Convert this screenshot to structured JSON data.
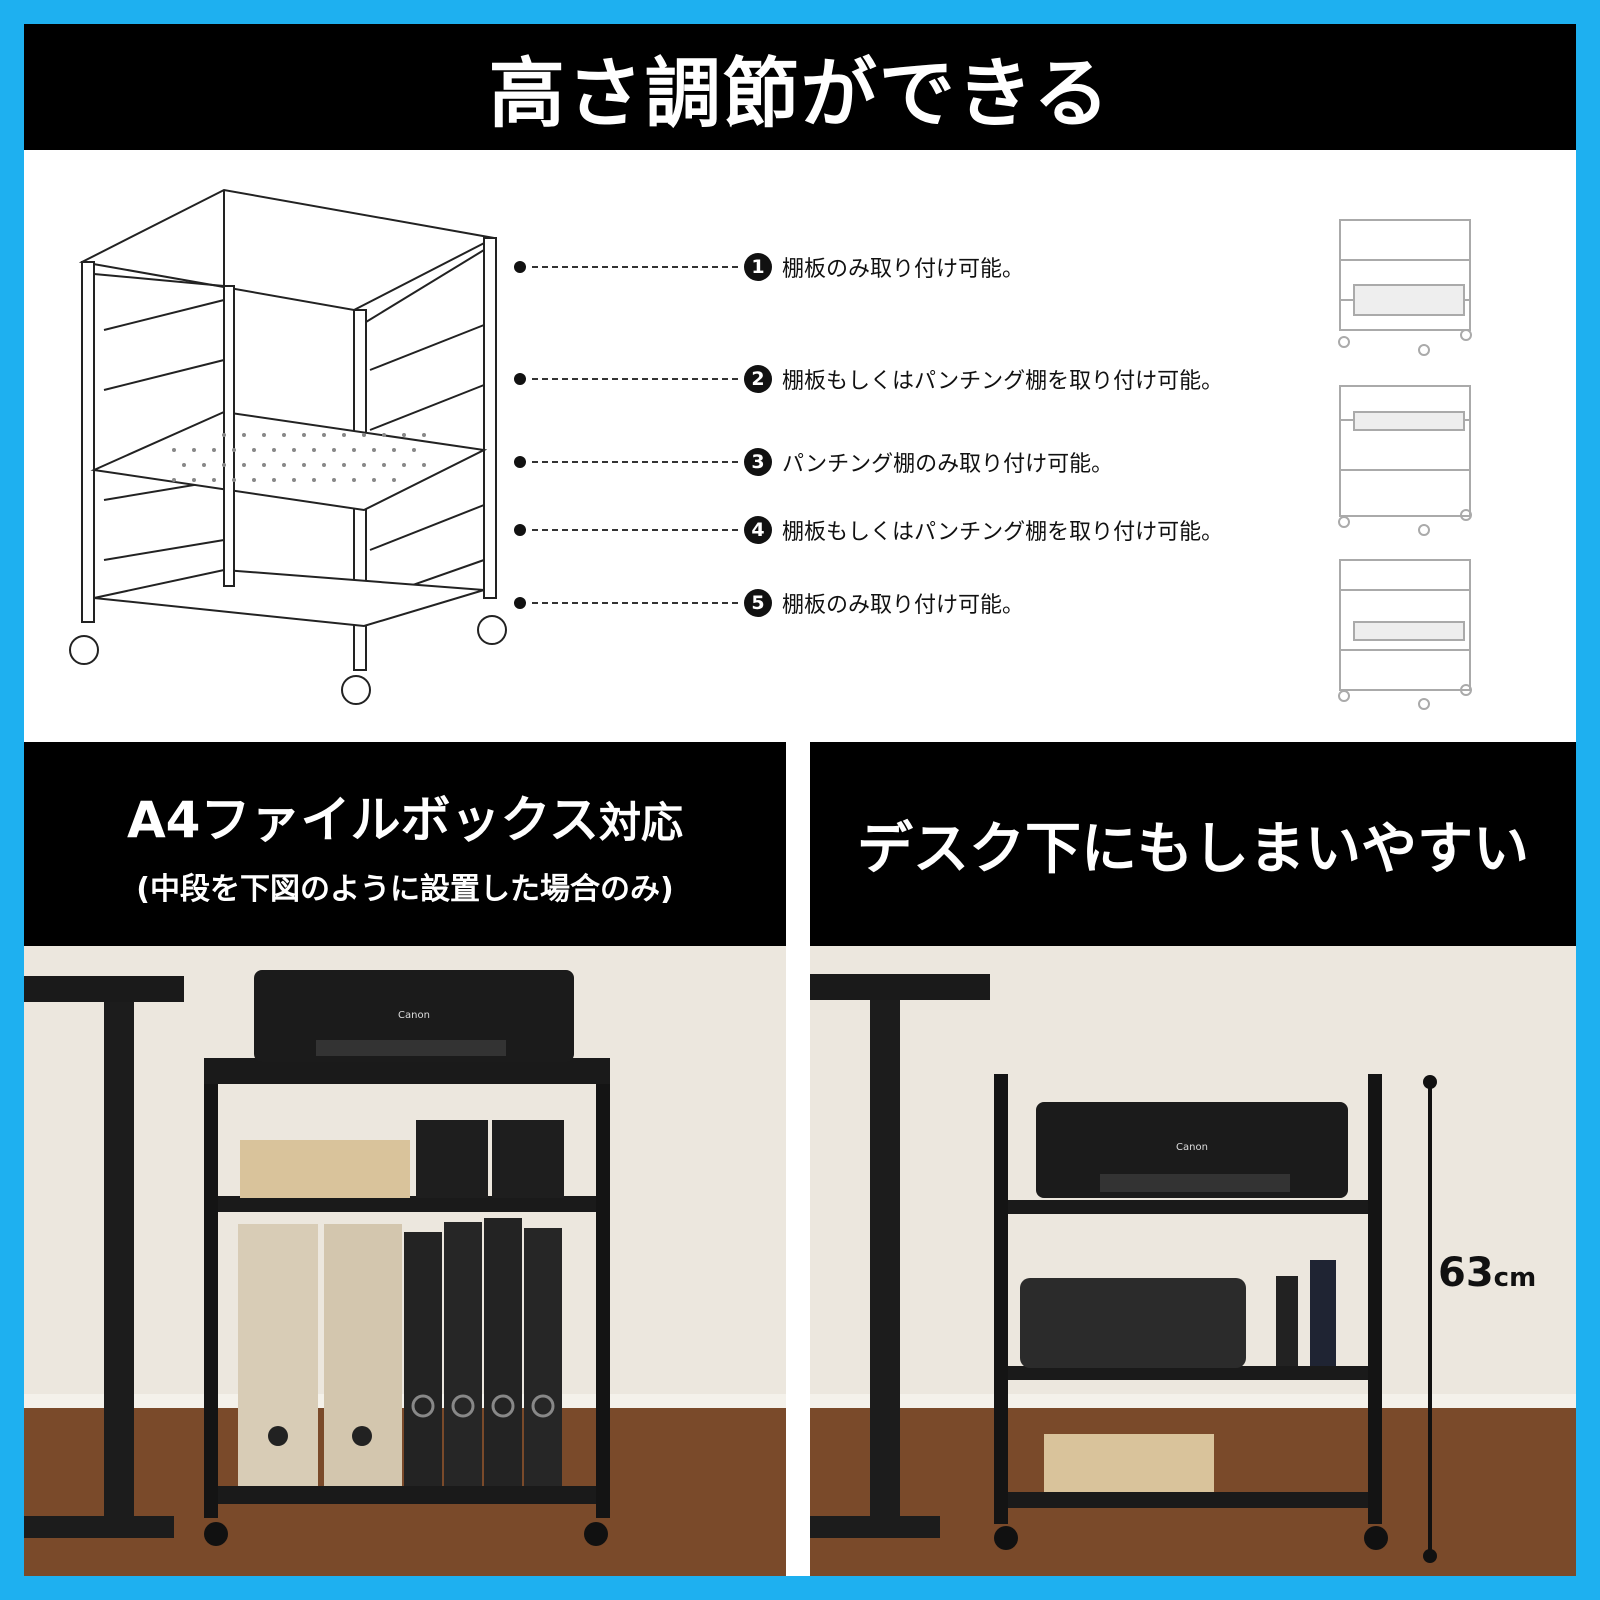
{
  "header": {
    "title": "高さ調節ができる"
  },
  "shelf_positions": [
    {
      "number": "1",
      "text": "棚板のみ取り付け可能。"
    },
    {
      "number": "2",
      "text": "棚板もしくはパンチング棚を取り付け可能。"
    },
    {
      "number": "3",
      "text": "パンチング棚のみ取り付け可能。"
    },
    {
      "number": "4",
      "text": "棚板もしくはパンチング棚を取り付け可能。"
    },
    {
      "number": "5",
      "text": "棚板のみ取り付け可能。"
    }
  ],
  "left_panel": {
    "title_main": "A4ファイルボックス",
    "title_suffix": "対応",
    "subtitle": "(中段を下図のように設置した場合のみ)",
    "printer_brand": "Canon"
  },
  "right_panel": {
    "title": "デスク下にもしまいやすい",
    "height_value": "63",
    "height_unit": "cm",
    "printer_brand": "Canon"
  },
  "colors": {
    "border": "#1eb0f0",
    "band": "#000000",
    "text_on_band": "#ffffff"
  }
}
